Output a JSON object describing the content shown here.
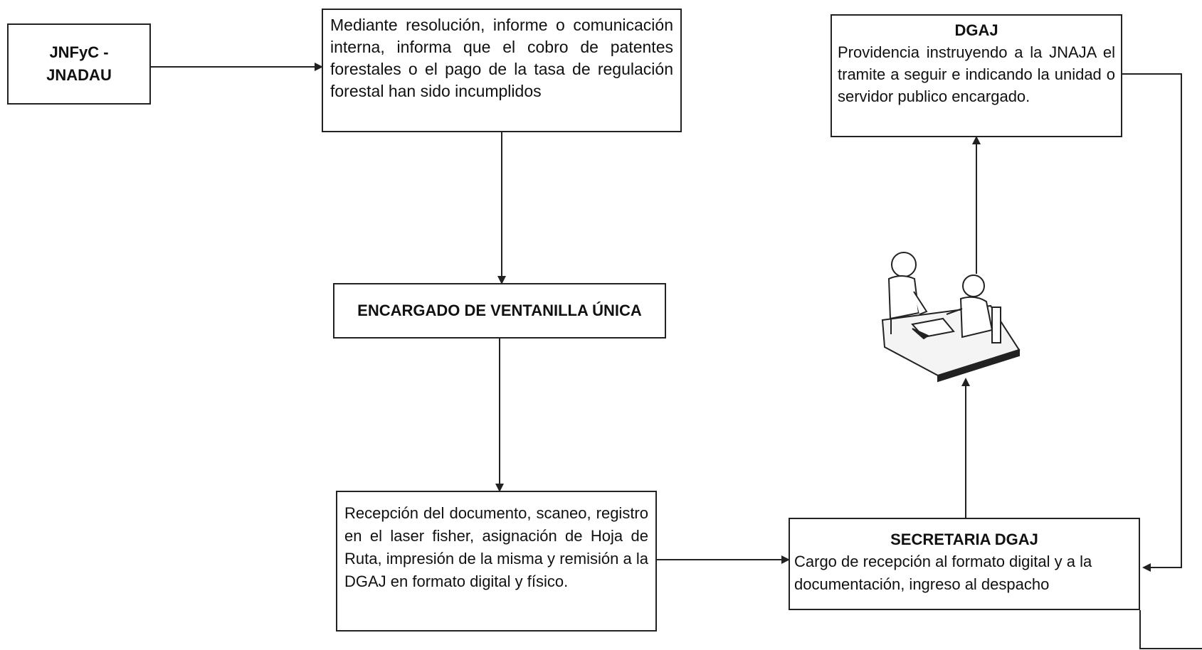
{
  "nodes": {
    "origin": {
      "label": "JNFyC -\nJNADAU"
    },
    "notice": {
      "text": "Mediante resolución, informe o comunicación interna, informa que el cobro de patentes forestales o el pago de la tasa de regulación forestal han sido incumplidos"
    },
    "window": {
      "label": "ENCARGADO DE VENTANILLA ÚNICA"
    },
    "reception": {
      "text": "Recepción del documento, scaneo, registro en el laser fisher, asignación de Hoja de Ruta, impresión de la misma y remisión a la DGAJ en formato digital y físico."
    },
    "secretary": {
      "title": "SECRETARIA DGAJ",
      "text": "Cargo de recepción al formato digital y a la documentación, ingreso al despacho"
    },
    "dgaj": {
      "title": "DGAJ",
      "text": "Providencia instruyendo a la JNAJA el tramite a seguir e indicando la unidad o servidor publico encargado."
    },
    "meeting": {
      "icon": "meeting-desk-icon"
    }
  },
  "colors": {
    "line": "#222222",
    "box_border": "#222222"
  }
}
